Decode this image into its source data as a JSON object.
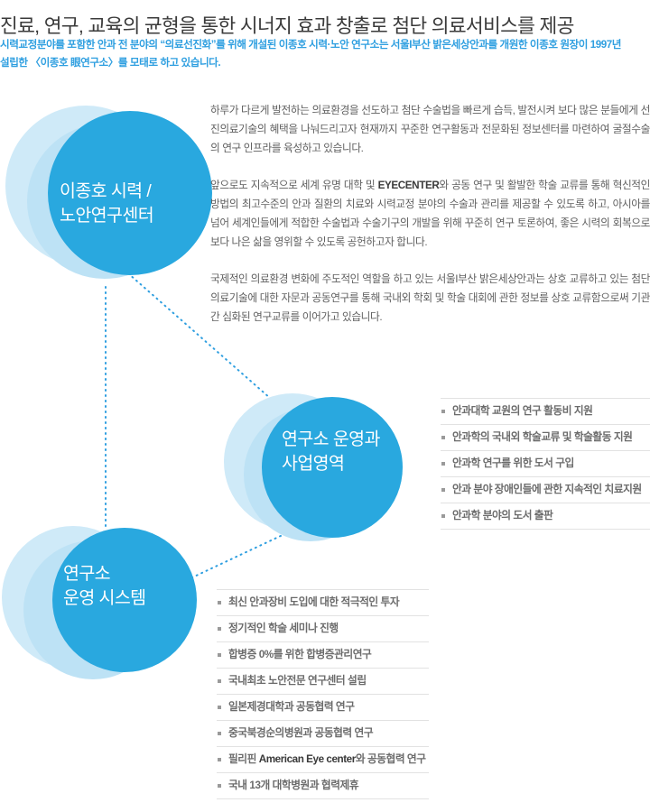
{
  "header": {
    "title": "진료, 연구, 교육의 균형을 통한 시너지 효과 창출로 첨단 의료서비스를 제공",
    "subtitle_line1": "시력교정분야를 포함한 안과 전 분야의 “의료선진화”를 위해 개설된 이종호 시력·노안 연구소는 서울I부산 밝은세상안과를 개원한 이종호 원장이 1997년",
    "subtitle_line2": "설립한 〈이종호 眼연구소〉를 모태로 하고 있습니다.",
    "accent_color": "#2f9fe0",
    "title_color": "#3a3a3a"
  },
  "palette": {
    "circle_solid": "#29a8df",
    "circle_pale_outer": "#cfeaf8",
    "circle_pale_inner": "#bde2f5",
    "connector": "#2f9fe0",
    "rule": "#e2e2e2",
    "bullet": "#9a9a9a",
    "body_text": "#5f5f5f"
  },
  "clusters": {
    "center": {
      "label_line1": "이종호 시력 /",
      "label_line2": "노안연구센터"
    },
    "scope": {
      "label_line1": "연구소 운영과",
      "label_line2": "사업영역"
    },
    "system": {
      "label_line1": "연구소",
      "label_line2": "운영 시스템"
    }
  },
  "body": {
    "paragraph1": "하루가 다르게 발전하는 의료환경을 선도하고 첨단 수술법을 빠르게 습득, 발전시켜 보다 많은 분들에게 선진의료기술의 혜택을 나눠드리고자 현재까지 꾸준한 연구활동과 전문화된 정보센터를 마련하여 굴절수술의 연구 인프라를 육성하고 있습니다.",
    "paragraph2_before": "앞으로도 지속적으로 세계 유명 대학 및 ",
    "paragraph2_emphasis": "EYECENTER",
    "paragraph2_after": "와 공동 연구 및 활발한 학술 교류를 통해 혁신적인 방법의 최고수준의 안과 질환의 치료와 시력교정 분야의 수술과 관리를 제공할 수 있도록 하고, 아시아를 넘어 세계인들에게 적합한 수술법과 수술기구의 개발을 위해 꾸준히 연구 토론하여, 좋은 시력의 회복으로 보다 나은 삶을 영위할 수 있도록 공헌하고자 합니다.",
    "paragraph3": "국제적인 의료환경 변화에 주도적인 역할을 하고 있는 서울I부산 밝은세상안과는 상호 교류하고 있는 첨단 의료기술에 대한 자문과 공동연구를 통해 국내외 학회 및 학술 대회에 관한 정보를 상호 교류함으로써 기관간 심화된 연구교류를 이어가고 있습니다."
  },
  "scope_list": [
    "안과대학 교원의 연구 활동비 지원",
    "안과학의 국내외 학술교류 및 학술활동 지원",
    "안과학 연구를 위한 도서 구입",
    "안과 분야 장애인들에 관한 지속적인 치료지원",
    "안과학 분야의 도서 출판"
  ],
  "system_list": [
    {
      "text": "최신 안과장비 도입에 대한  적극적인 투자"
    },
    {
      "text": "정기적인 학술 세미나 진행"
    },
    {
      "text": "합병증 0%를 위한 합병증관리연구"
    },
    {
      "text": "국내최초 노안전문 연구센터 설립"
    },
    {
      "text": "일본제경대학과 공동협력 연구"
    },
    {
      "text": "중국북경순의병원과 공동협력 연구"
    },
    {
      "before": "필리핀 ",
      "emphasis": "American Eye center",
      "after": "와 공동협력 연구"
    },
    {
      "text": "국내 13개 대학병원과 협력제휴"
    }
  ]
}
